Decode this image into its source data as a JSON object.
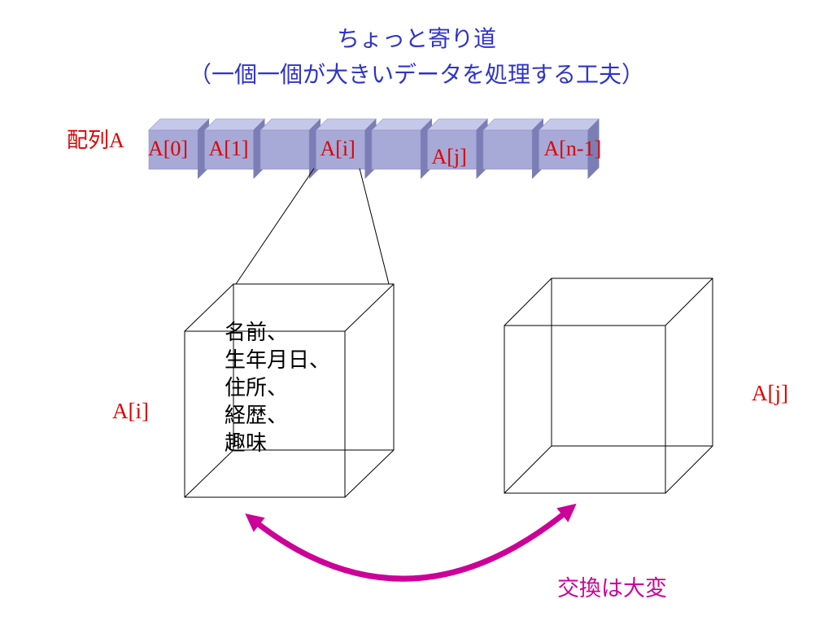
{
  "title_line1": "ちょっと寄り道",
  "title_line2": "（一個一個が大きいデータを処理する工夫）",
  "array_label": {
    "prefix": "配列",
    "letter": "A"
  },
  "array_cells": [
    "A[0]",
    "A[1]",
    "",
    "A[i]",
    "",
    "A[j]",
    "",
    "A[n-1]"
  ],
  "element_label_i": "A[i]",
  "element_label_j": "A[j]",
  "element_fields": [
    "名前、",
    "生年月日、",
    "住所、",
    "経歴、",
    "趣味"
  ],
  "swap_label": "交換は大変",
  "colors": {
    "title": "#2f34c8",
    "label_red": "#e00000",
    "swap_arrow": "#cc0099",
    "cell_front": "#a7a9d6",
    "cell_top": "#c6c8ea",
    "cell_side": "#7b7eb4"
  }
}
